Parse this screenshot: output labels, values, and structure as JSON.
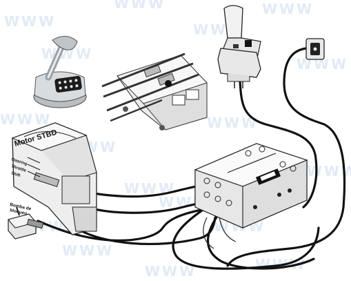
{
  "watermark": {
    "text": "WWW"
  },
  "labels": {
    "motor": "Motor STBD",
    "motor_sub_1": "Steering",
    "motor_sub_2": "Throttle",
    "motor_sub_3": "Shift",
    "bomba_1": "Bomba de",
    "bomba_2": "bloqueo"
  },
  "colors": {
    "cable": "#111111",
    "housing": "#e9e9e9",
    "chrome": "#cfd3d6",
    "keypad": "#1c1c1c",
    "watermark": "#c9dcef"
  },
  "icons": [
    "control-lever-icon",
    "actuator-icon",
    "joystick-icon",
    "switch-icon",
    "controller-box-icon",
    "engine-icon",
    "lock-pump-icon"
  ]
}
